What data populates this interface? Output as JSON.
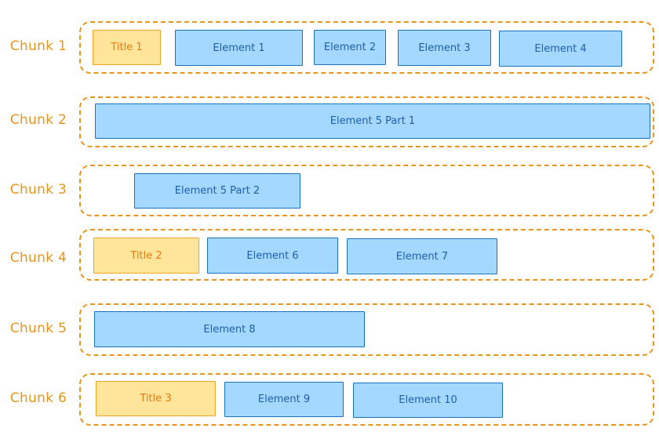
{
  "chunks": [
    {
      "label": "Chunk 1",
      "items": [
        {
          "kind": "title",
          "text": "Title 1"
        },
        {
          "kind": "element",
          "text": "Element 1"
        },
        {
          "kind": "element",
          "text": "Element 2"
        },
        {
          "kind": "element",
          "text": "Element 3"
        },
        {
          "kind": "element",
          "text": "Element 4"
        }
      ]
    },
    {
      "label": "Chunk 2",
      "items": [
        {
          "kind": "element",
          "text": "Element 5 Part 1"
        }
      ]
    },
    {
      "label": "Chunk 3",
      "items": [
        {
          "kind": "element",
          "text": "Element 5 Part 2"
        }
      ]
    },
    {
      "label": "Chunk 4",
      "items": [
        {
          "kind": "title",
          "text": "Title 2"
        },
        {
          "kind": "element",
          "text": "Element 6"
        },
        {
          "kind": "element",
          "text": "Element 7"
        }
      ]
    },
    {
      "label": "Chunk 5",
      "items": [
        {
          "kind": "element",
          "text": "Element 8"
        }
      ]
    },
    {
      "label": "Chunk 6",
      "items": [
        {
          "kind": "title",
          "text": "Title 3"
        },
        {
          "kind": "element",
          "text": "Element 9"
        },
        {
          "kind": "element",
          "text": "Element 10"
        }
      ]
    }
  ],
  "colors": {
    "chunk_border": "#e8951b",
    "title_fill": "#ffe59a",
    "title_border": "#f0a22b",
    "element_fill": "#a5d8ff",
    "element_border": "#1971c2"
  }
}
